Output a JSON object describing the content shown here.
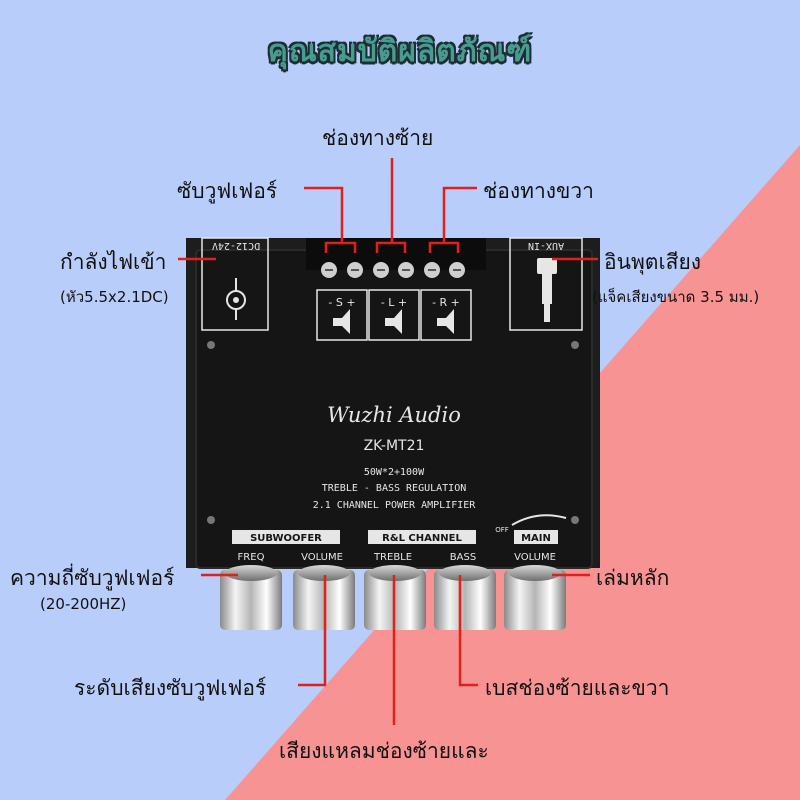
{
  "title": "คุณสมบัติผลิตภัณฑ์",
  "labels": {
    "left_channel": "ช่องทางซ้าย",
    "subwoofer": "ซับวูฟเฟอร์",
    "right_channel": "ช่องทางขวา",
    "power_input": "กำลังไฟเข้า",
    "power_input_sub": "(หัว5.5x2.1DC)",
    "audio_input": "อินพุตเสียง",
    "audio_input_sub": "(แจ็คเสียงขนาด 3.5 มม.)",
    "sub_freq": "ความถี่ซับวูฟเฟอร์",
    "sub_freq_sub": "(20-200HZ)",
    "main_volume": "เล่มหลัก",
    "sub_level": "ระดับเสียงซับวูฟเฟอร์",
    "bass_lr": "เบสช่องซ้ายและขวา",
    "treble_lr": "เสียงแหลมช่องซ้ายและ"
  },
  "board": {
    "brand": "Wuzhi Audio",
    "model": "ZK-MT21",
    "spec1": "50W*2+100W",
    "spec2": "TREBLE - BASS REGULATION",
    "spec3": "2.1 CHANNEL POWER AMPLIFIER",
    "dc_label": "DC12-24V",
    "aux_label": "AUX-IN",
    "speaker_s": "- S +",
    "speaker_l": "- L +",
    "speaker_r": "- R +",
    "off_label": "OFF",
    "subwoofer_header": "SUBWOOFER",
    "rl_header": "R&L CHANNEL",
    "main_header": "MAIN",
    "knob_freq": "FREQ",
    "knob_volume": "VOLUME",
    "knob_treble": "TREBLE",
    "knob_bass": "BASS",
    "knob_main_volume": "VOLUME"
  },
  "colors": {
    "bg_blue": "#b9cdfb",
    "bg_pink": "#f79393",
    "line_red": "#e0211b",
    "board": "#151515",
    "title": "#4a9a8f"
  }
}
